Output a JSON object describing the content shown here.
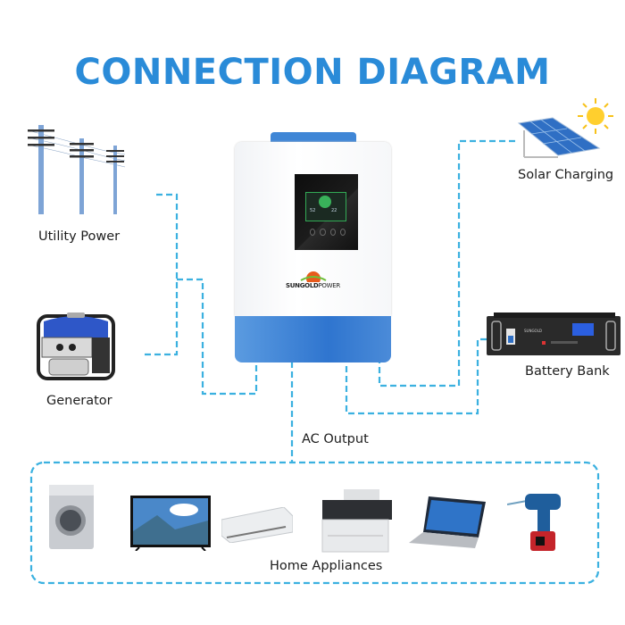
{
  "title": "CONNECTION DIAGRAM",
  "colors": {
    "title": "#2a8bd8",
    "wire": "#3bb1e0",
    "inverter_blue": "#3f86d6",
    "label_text": "#1d1d1d"
  },
  "inverter": {
    "brand": "SUNGOLDPOWER",
    "brand_part1": "SUNGOLD",
    "brand_part2": "POWER",
    "screen_readouts": [
      "52",
      "22"
    ]
  },
  "sources": [
    {
      "id": "utility",
      "label": "Utility Power",
      "icon": "power-line-icon"
    },
    {
      "id": "generator",
      "label": "Generator",
      "icon": "generator-icon"
    },
    {
      "id": "solar",
      "label": "Solar Charging",
      "icon": "solar-panel-icon"
    },
    {
      "id": "battery",
      "label": "Battery Bank",
      "icon": "battery-rack-icon"
    }
  ],
  "output": {
    "label": "AC Output"
  },
  "appliances": {
    "label": "Home Appliances",
    "items": [
      {
        "name": "washing-machine",
        "icon": "washing-machine-icon"
      },
      {
        "name": "television",
        "icon": "tv-icon"
      },
      {
        "name": "air-conditioner",
        "icon": "air-conditioner-icon"
      },
      {
        "name": "printer",
        "icon": "printer-icon"
      },
      {
        "name": "laptop",
        "icon": "laptop-icon"
      },
      {
        "name": "power-drill",
        "icon": "drill-icon"
      }
    ]
  }
}
